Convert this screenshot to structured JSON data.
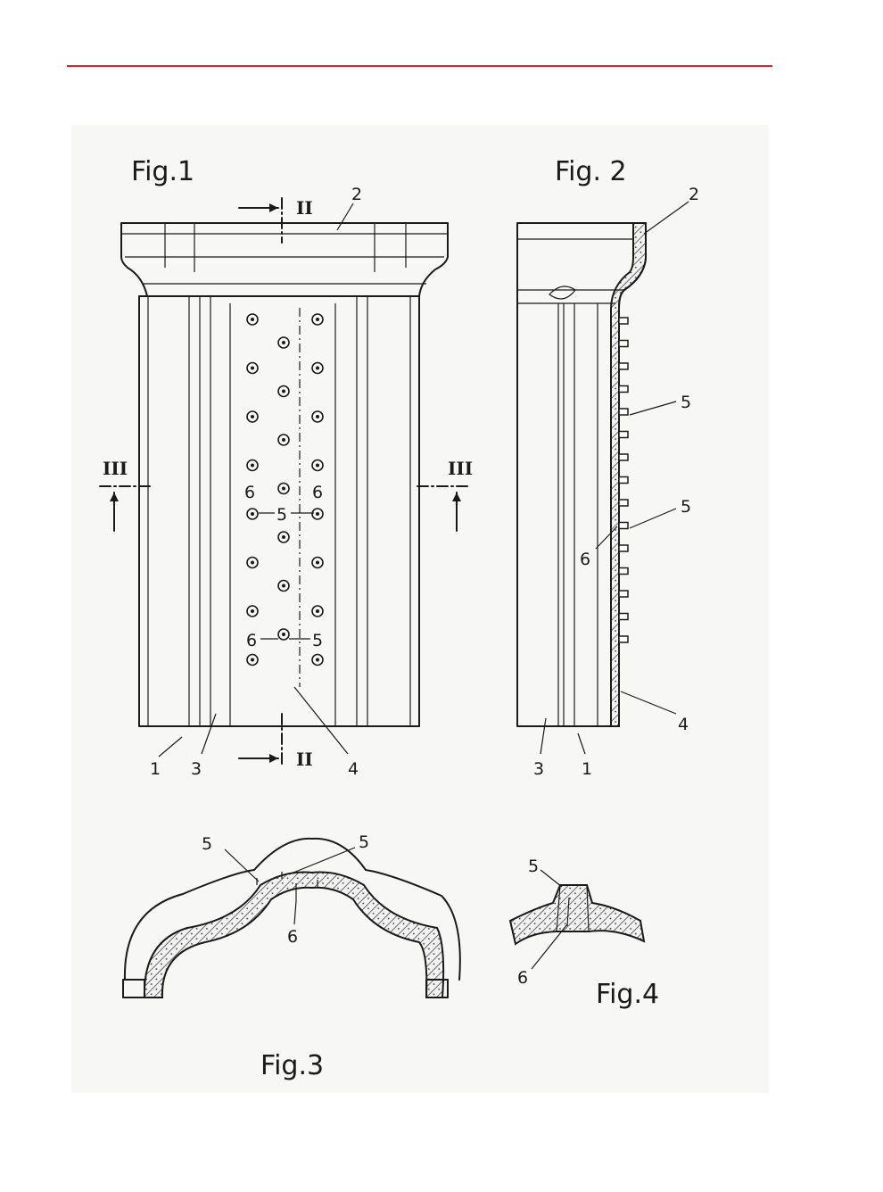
{
  "header_rule_color": "#e0201c",
  "figures": {
    "fig1": {
      "title": "Fig.1",
      "section_top": "II",
      "section_bottom": "II",
      "section_left": "III",
      "section_right": "III",
      "labels": {
        "n2": "2",
        "n1": "1",
        "n3": "3",
        "n4": "4",
        "n6a": "6",
        "n6b": "6",
        "n5a": "5",
        "n6c": "6",
        "n5b": "5"
      }
    },
    "fig2": {
      "title": "Fig. 2",
      "labels": {
        "n2": "2",
        "n5a": "5",
        "n5b": "5",
        "n6": "6",
        "n4": "4",
        "n3": "3",
        "n1": "1"
      }
    },
    "fig3": {
      "title": "Fig.3",
      "labels": {
        "n5a": "5",
        "n5b": "5",
        "n6": "6"
      }
    },
    "fig4": {
      "title": "Fig.4",
      "labels": {
        "n5": "5",
        "n6": "6"
      }
    }
  }
}
